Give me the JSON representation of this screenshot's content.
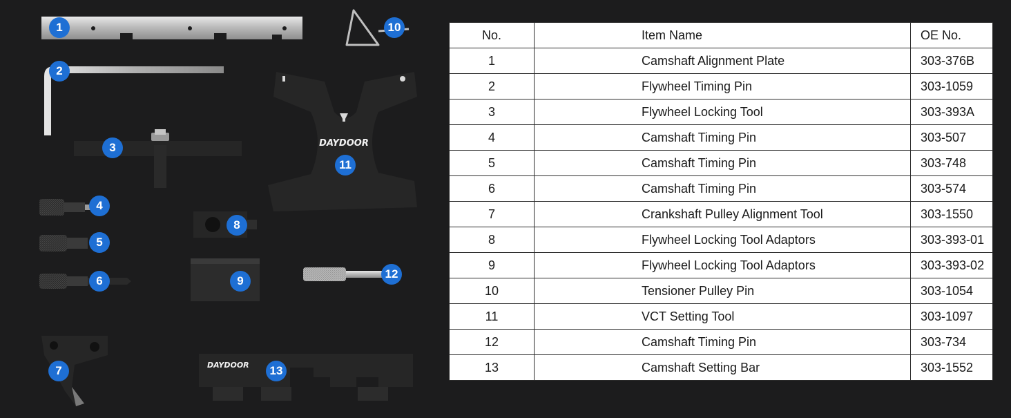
{
  "table": {
    "headers": {
      "no": "No.",
      "name": "Item Name",
      "oe": "OE No."
    },
    "rows": [
      {
        "no": "1",
        "name": "Camshaft Alignment Plate",
        "oe": "303-376B"
      },
      {
        "no": "2",
        "name": "Flywheel Timing Pin",
        "oe": "303-1059"
      },
      {
        "no": "3",
        "name": "Flywheel Locking Tool",
        "oe": "303-393A"
      },
      {
        "no": "4",
        "name": "Camshaft Timing Pin",
        "oe": "303-507"
      },
      {
        "no": "5",
        "name": "Camshaft Timing Pin",
        "oe": "303-748"
      },
      {
        "no": "6",
        "name": "Camshaft Timing Pin",
        "oe": "303-574"
      },
      {
        "no": "7",
        "name": "Crankshaft Pulley Alignment Tool",
        "oe": "303-1550"
      },
      {
        "no": "8",
        "name": "Flywheel Locking Tool Adaptors",
        "oe": "303-393-01"
      },
      {
        "no": "9",
        "name": "Flywheel Locking Tool Adaptors",
        "oe": "303-393-02"
      },
      {
        "no": "10",
        "name": "Tensioner Pulley Pin",
        "oe": "303-1054"
      },
      {
        "no": "11",
        "name": "VCT Setting Tool",
        "oe": "303-1097"
      },
      {
        "no": "12",
        "name": "Camshaft Timing Pin",
        "oe": "303-734"
      },
      {
        "no": "13",
        "name": "Camshaft Setting Bar",
        "oe": "303-1552"
      }
    ]
  },
  "badges": [
    "1",
    "2",
    "3",
    "4",
    "5",
    "6",
    "7",
    "8",
    "9",
    "10",
    "11",
    "12",
    "13"
  ],
  "brand_marks": {
    "tool_11": "DAYDOOR",
    "tool_13": "DAYDOOR"
  },
  "colors": {
    "background": "#1c1c1d",
    "badge": "#1e6fd4",
    "table_bg": "#ffffff",
    "steel": "#c9c9c9",
    "tool_black": "#262626"
  }
}
